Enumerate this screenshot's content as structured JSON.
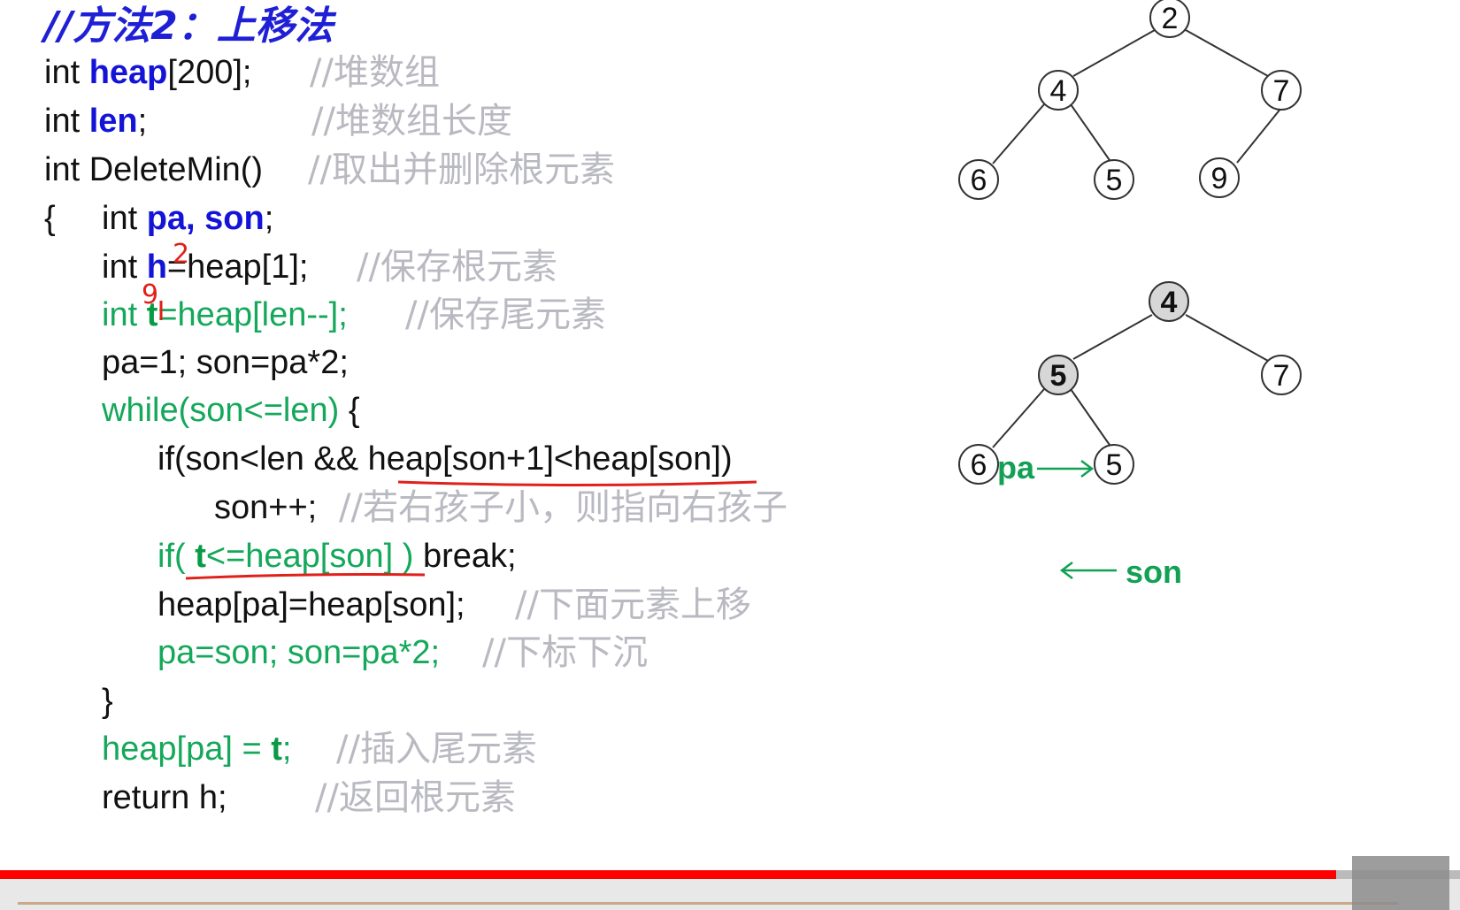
{
  "title": "//方法2：上移法",
  "code": {
    "l1": {
      "pre": "int ",
      "name": "heap",
      "post": "[200];",
      "comment": "//堆数组"
    },
    "l2": {
      "pre": "int ",
      "name": "len",
      "post": ";",
      "comment": "//堆数组长度"
    },
    "l3": {
      "text": "int DeleteMin()",
      "comment": "//取出并删除根元素"
    },
    "l4": {
      "brace": "{",
      "pre": "int ",
      "name": "pa, son",
      "post": ";"
    },
    "l5": {
      "pre": "int ",
      "name": "h",
      "post": "=heap[1];",
      "comment": "//保存根元素"
    },
    "l6": {
      "pre": "int ",
      "name": "t",
      "post": "=heap[len--];",
      "comment": "//保存尾元素"
    },
    "l7": {
      "text": "pa=1; son=pa*2;"
    },
    "l8": {
      "text": "while(son<=len)",
      "brace": " {"
    },
    "l9": {
      "text": "if(son<len && heap[son+1]<heap[son])"
    },
    "l10": {
      "text": "son++;",
      "comment": "//若右孩子小，则指向右孩子"
    },
    "l11": {
      "pre": "if( ",
      "name": "t",
      "cond": "<=heap[son] )",
      "post": " break;"
    },
    "l12": {
      "text": "heap[pa]=heap[son];",
      "comment": "//下面元素上移"
    },
    "l13": {
      "text": "pa=son; son=pa*2;",
      "comment": "//下标下沉"
    },
    "l14": {
      "text": "}"
    },
    "l15": {
      "pre": "heap[pa] = ",
      "name": "t",
      "post": ";",
      "comment": "//插入尾元素"
    },
    "l16": {
      "text": "return  h;",
      "comment": "//返回根元素"
    },
    "l17": {
      "text": "}"
    }
  },
  "annotations": {
    "mark_h": "2",
    "mark_t": "9"
  },
  "tree1": {
    "root": "2",
    "l": "4",
    "r": "7",
    "ll": "6",
    "lr": "5",
    "rl": "9"
  },
  "tree2": {
    "root": "4",
    "l": "5",
    "r": "7",
    "ll": "6",
    "lr": "5"
  },
  "labels": {
    "pa": "pa",
    "son": "son"
  },
  "player": {
    "progress_fraction": 0.915
  },
  "colors": {
    "title": "#1f1fd6",
    "keyword": "#1414d8",
    "green": "#14a85a",
    "comment": "#b9b9c2",
    "annotation": "#e0201a",
    "progress": "#ff0000"
  }
}
